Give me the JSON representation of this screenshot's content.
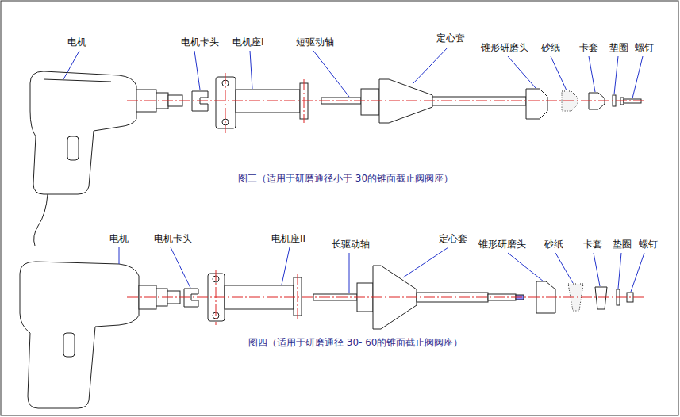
{
  "diagram": {
    "labels": [
      "电机",
      "电机卡头",
      "电机座I",
      "短驱动轴",
      "定心套",
      "锥形研磨头",
      "砂纸",
      "卡套",
      "垫圈",
      "螺钉",
      "图三（适用于研磨通径小于 30的锥面截止阀阀座）",
      "电机",
      "电机卡头",
      "电机座II",
      "长驱动轴",
      "定心套",
      "锥形研磨头",
      "砂纸",
      "卡套",
      "垫圈",
      "螺钉",
      "图四（适用于研磨通径 30- 60的锥面截止阀阀座）"
    ]
  }
}
